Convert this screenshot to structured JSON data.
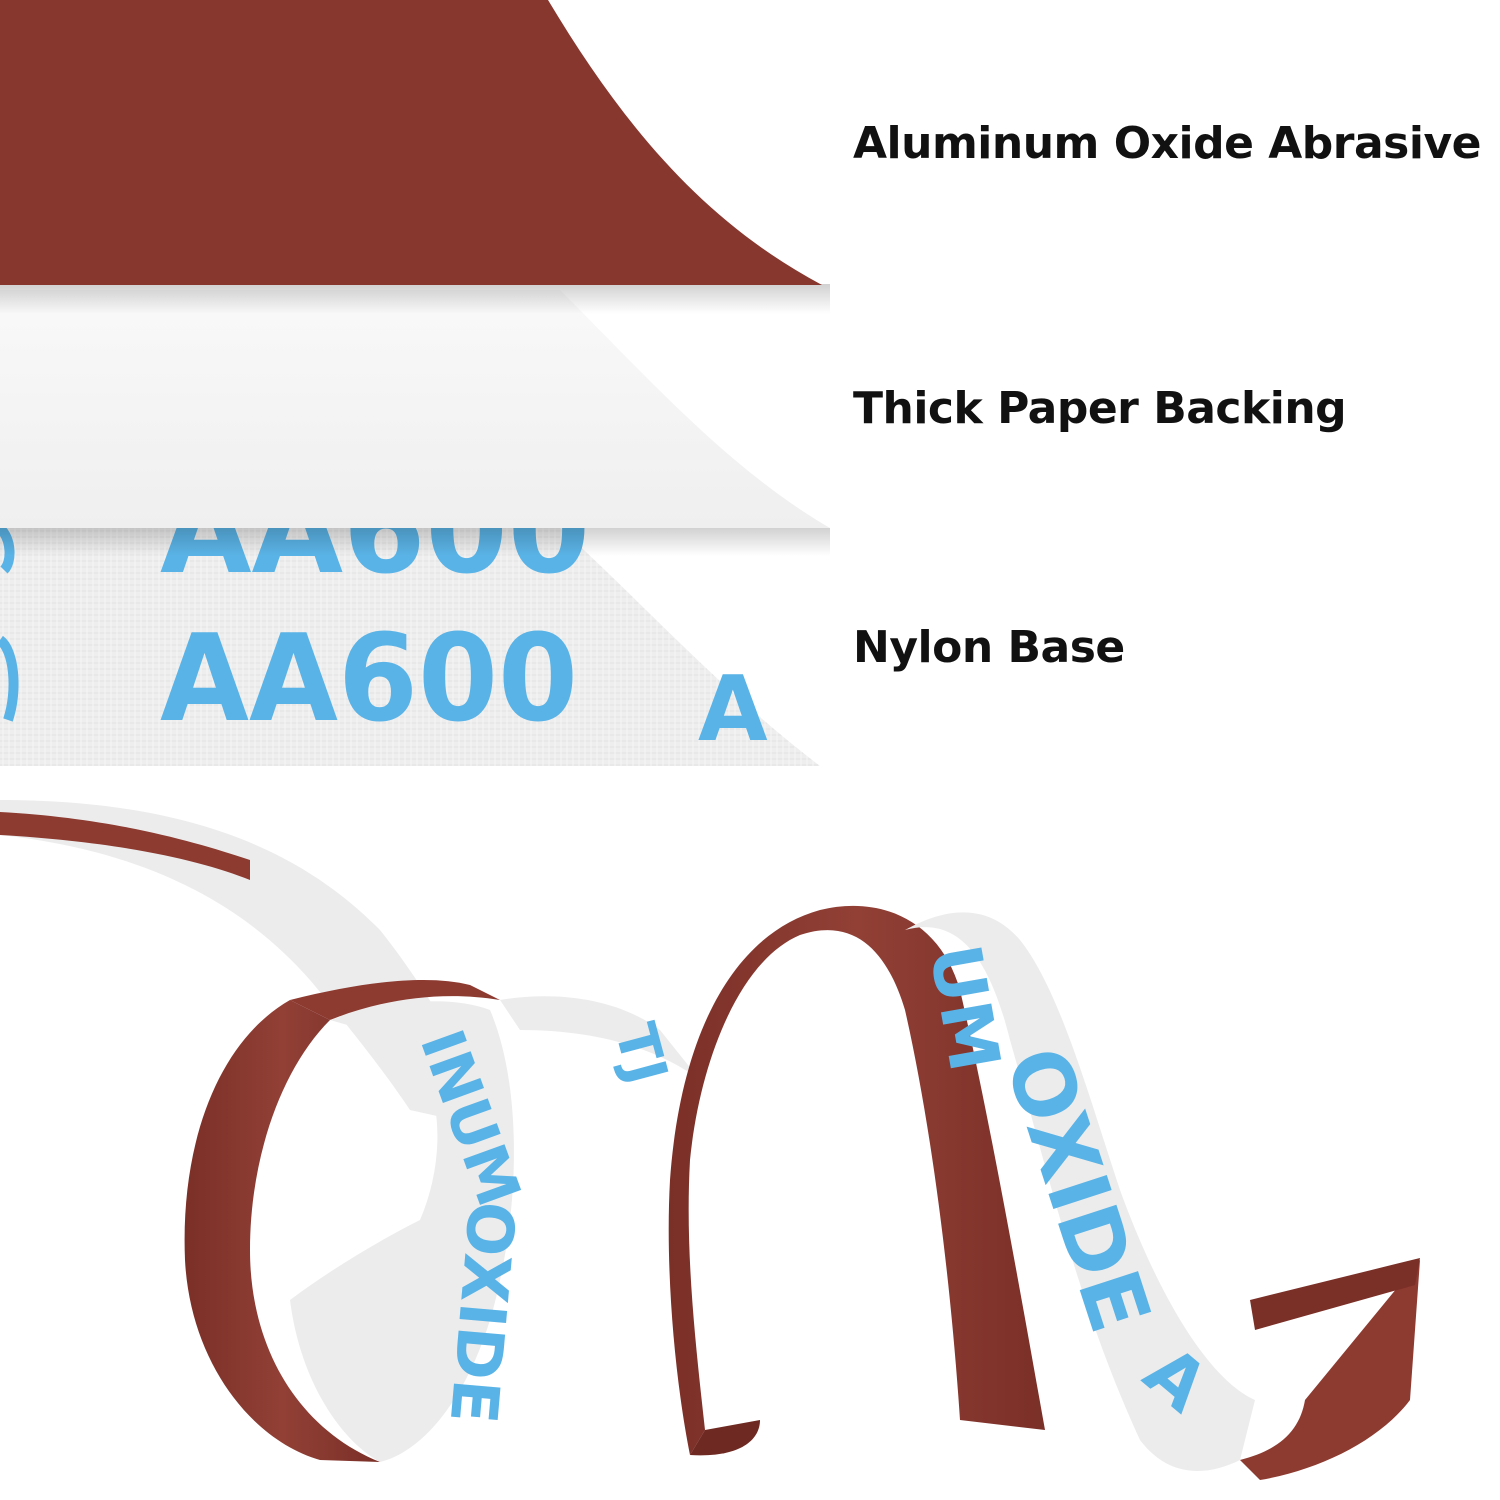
{
  "colors": {
    "abrasive": "#8d3a30",
    "abrasive_dark": "#6e2a22",
    "backing": "#f4f4f4",
    "nylon": "#ececec",
    "print_blue": "#5ab3e6",
    "label_text": "#111111"
  },
  "labels": {
    "abrasive": "Aluminum Oxide Abrasive",
    "backing": "Thick Paper Backing",
    "base": "Nylon Base"
  },
  "nylon_print": {
    "row1": "AA600",
    "row2": "AA600",
    "edge_partial": "A"
  },
  "belt_print": {
    "oxide_right": "OXIDE",
    "oxide_left": "OXIDE",
    "inum": "INUM",
    "mum": "UM",
    "fragment_tj": "TJ",
    "fragment_a": "A"
  }
}
